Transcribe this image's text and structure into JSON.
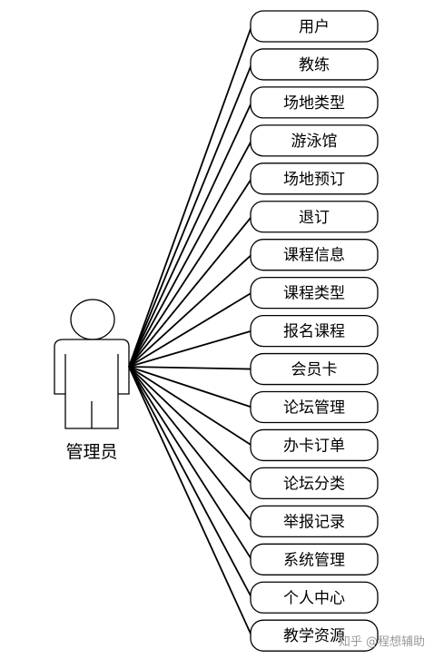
{
  "actor": {
    "label": "管理员"
  },
  "use_cases": [
    "用户",
    "教练",
    "场地类型",
    "游泳馆",
    "场地预订",
    "退订",
    "课程信息",
    "课程类型",
    "报名课程",
    "会员卡",
    "论坛管理",
    "办卡订单",
    "论坛分类",
    "举报记录",
    "系统管理",
    "个人中心",
    "教学资源"
  ],
  "watermark": "知乎 @程想辅助"
}
